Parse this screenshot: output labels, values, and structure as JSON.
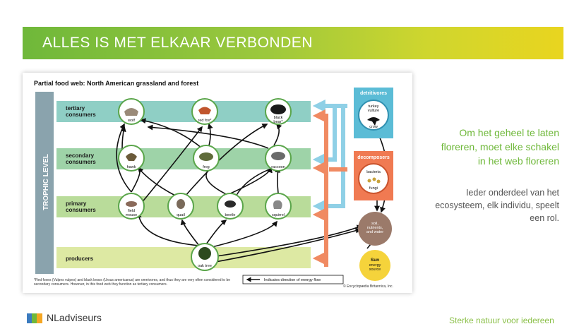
{
  "slide": {
    "title": "ALLES IS MET ELKAAR VERBONDEN",
    "side_heading_lines": [
      "Om het geheel te laten",
      "floreren, moet elke schakel",
      "in het web floreren"
    ],
    "side_body_lines": [
      "Ieder onderdeel van het",
      "ecosysteem, elk individu, speelt",
      "een rol."
    ],
    "footer_logo": "NLadviseurs",
    "footer_tagline": "Sterke natuur voor iedereen"
  },
  "diagram": {
    "title": "Partial food web: North American grassland and forest",
    "trophic_label": "TROPHIC LEVEL",
    "levels": {
      "tertiary": [
        "tertiary",
        "consumers"
      ],
      "secondary": [
        "secondary",
        "consumers"
      ],
      "primary": [
        "primary",
        "consumers"
      ],
      "producers": [
        "producers"
      ]
    },
    "organisms": {
      "wolf": [
        "wolf"
      ],
      "red_fox": [
        "red fox*"
      ],
      "black_bear": [
        "black",
        "bear*"
      ],
      "hawk": [
        "hawk"
      ],
      "frog": [
        "frog"
      ],
      "raccoon": [
        "raccoon"
      ],
      "field_mouse": [
        "field",
        "mouse"
      ],
      "quail": [
        "quail"
      ],
      "beetle": [
        "beetle"
      ],
      "squirrel": [
        "squirrel"
      ],
      "oak_tree": [
        "oak tree"
      ]
    },
    "detritivores": {
      "title": "detritivores",
      "label": [
        "turkey",
        "vulture"
      ],
      "label2": "crow"
    },
    "decomposers": {
      "title": "decomposers",
      "label": [
        "bacteria"
      ],
      "label2": "fungi"
    },
    "soil": [
      "soil,",
      "nutrients,",
      "and water"
    ],
    "sun": [
      "Sun",
      "energy",
      "source"
    ],
    "legend": "Indicates direction of energy flow",
    "footnote": "*Red foxes (Vulpes vulpes) and black bears (Ursus americanus) are omnivores, and thus they are very often considered to be secondary consumers. However, in this food web they function as tertiary consumers.",
    "copyright": "© Encyclopædia Britannica, Inc."
  },
  "colors": {
    "banner_start": "#6fb83a",
    "banner_end": "#e9d51f",
    "tertiary_band": "#8fcfc5",
    "secondary_band": "#9ed3a8",
    "primary_band": "#b9dc9a",
    "producers_band": "#dde9a3",
    "trophic_bar": "#8aa3ad",
    "detritivores_box": "#5bbcd6",
    "decomposers_box": "#f07a52",
    "soil": "#9b7a6a",
    "sun": "#f5d33b",
    "arrow_blue": "#8fd0e6",
    "arrow_orange": "#f08a62",
    "accent_green": "#6fb83a"
  }
}
